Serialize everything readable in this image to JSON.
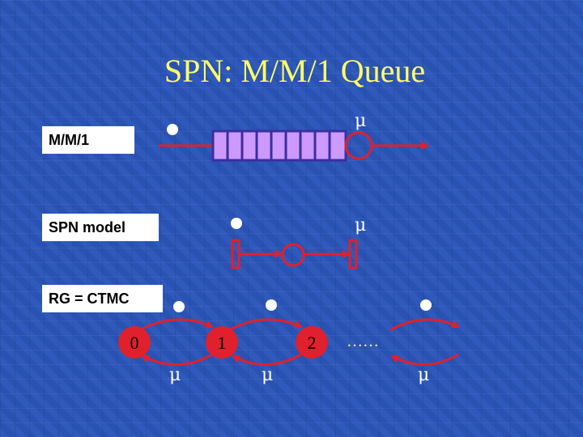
{
  "title": "SPN: M/M/1 Queue",
  "labels": {
    "mm1": "M/M/1",
    "spn": "SPN model",
    "rg": "RG = CTMC"
  },
  "rate_symbol": "μ",
  "states": [
    "0",
    "1",
    "2"
  ],
  "ellipsis": "……",
  "colors": {
    "background": "#2a55b8",
    "title": "#ffff66",
    "arc": "#e0202c",
    "queue_fill": "#cc99ff",
    "queue_border": "#3a2fa0",
    "token": "#ffffff"
  }
}
